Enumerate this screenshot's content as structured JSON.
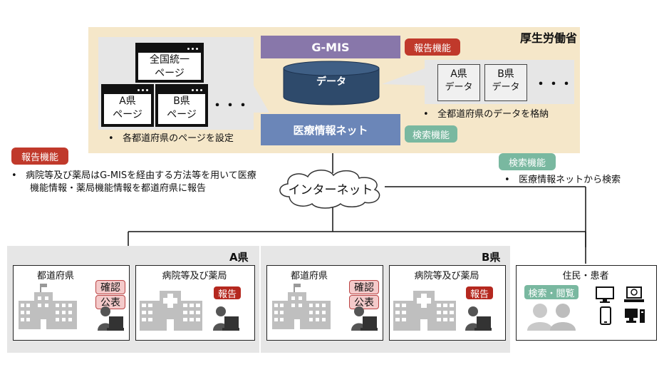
{
  "ministry": "厚生労働省",
  "gmis": "G-MIS",
  "database_label": "データ",
  "network_label": "医療情報ネット",
  "internet_label": "インターネット",
  "report_badge": "報告機能",
  "search_badge": "検索機能",
  "pages": {
    "national": [
      "全国統一",
      "ページ"
    ],
    "a": [
      "A県",
      "ページ"
    ],
    "b": [
      "B県",
      "ページ"
    ],
    "more": "・・・"
  },
  "data_items": {
    "a": [
      "A県",
      "データ"
    ],
    "b": [
      "B県",
      "データ"
    ],
    "more": "・・・"
  },
  "notes": {
    "set_pages": "各都道府県のページを設定",
    "store_data": "全都道府県のデータを格納",
    "report_line1": "病院等及び薬局はG-MISを経由する方法等を用いて医療",
    "report_line2": "機能情報・薬局機能情報を都道府県に報告",
    "search_note": "医療情報ネットから検索"
  },
  "region_a": {
    "label": "A県",
    "prefecture": "都道府県",
    "confirm": "確認",
    "publish": "公表",
    "facility": "病院等及び薬局",
    "report": "報告"
  },
  "region_b": {
    "label": "B県",
    "prefecture": "都道府県",
    "confirm": "確認",
    "publish": "公表",
    "facility": "病院等及び薬局",
    "report": "報告"
  },
  "residents": {
    "title": "住民・患者",
    "browse": "検索・閲覧"
  },
  "colors": {
    "tan": "#f5e7c9",
    "gmis_purple": "#8877aa",
    "db_navy": "#2e4a6b",
    "network_blue": "#6b86b8",
    "red_badge": "#c0392b",
    "green_badge": "#79b8a0"
  }
}
